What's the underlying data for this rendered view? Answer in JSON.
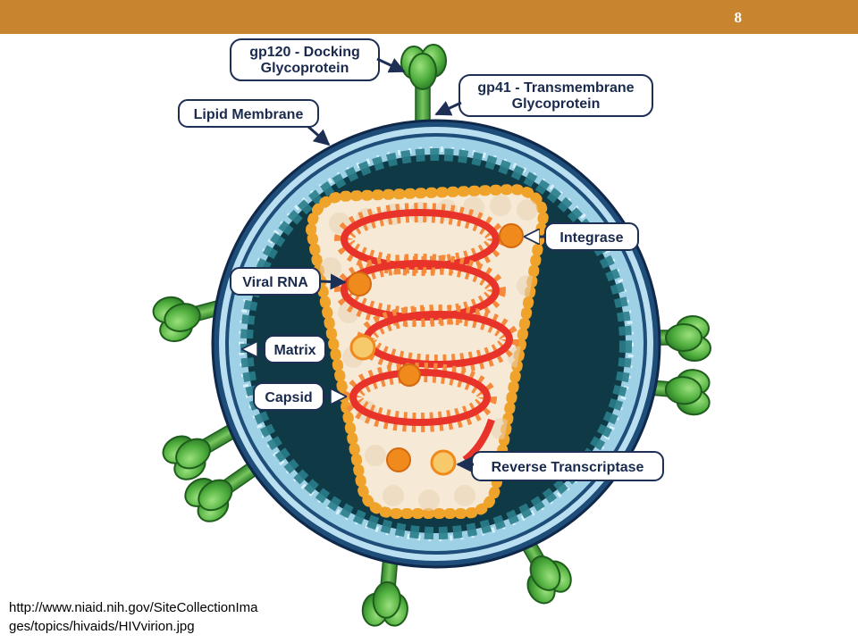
{
  "slide": {
    "number": "8"
  },
  "labels": {
    "gp120_line1": "gp120 - Docking",
    "gp120_line2": "Glycoprotein",
    "gp41_line1": "gp41 - Transmembrane",
    "gp41_line2": "Glycoprotein",
    "lipid": "Lipid Membrane",
    "integrase": "Integrase",
    "viral_rna": "Viral RNA",
    "matrix": "Matrix",
    "capsid": "Capsid",
    "rt": "Reverse Transcriptase"
  },
  "source": {
    "line1": "http://www.niaid.nih.gov/SiteCollectionIma",
    "line2": "ges/topics/hivaids/HIVvirion.jpg"
  },
  "colors": {
    "header": "#c8842f",
    "outer_membrane": "#1d4d78",
    "matrix_band": "#9ed0e6",
    "interior": "#0f3a45",
    "capsid_border": "#f0a32a",
    "capsid_fill": "#f6ead7",
    "rna": "#e8332a",
    "rna_fringe": "#f58a3c",
    "glycoprotein": "#4fae3d",
    "callout_border": "#1d2f55"
  }
}
